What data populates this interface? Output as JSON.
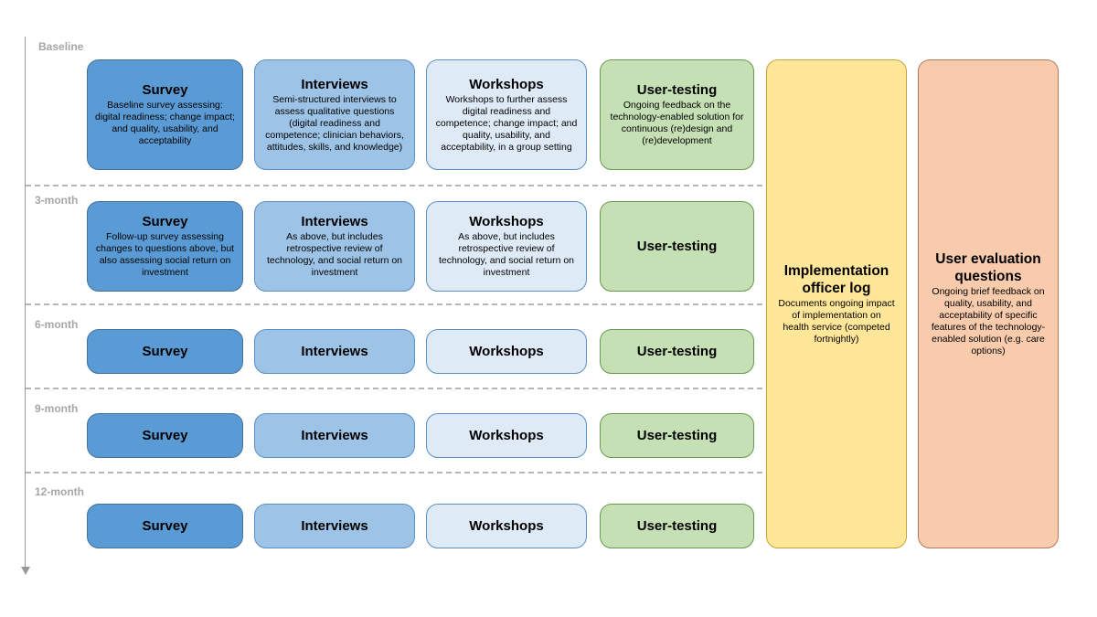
{
  "timepoints": [
    "Baseline",
    "3-month",
    "6-month",
    "9-month",
    "12-month"
  ],
  "rows": [
    {
      "survey": {
        "title": "Survey",
        "desc": "Baseline survey assessing: digital readiness; change impact; and quality, usability, and acceptability"
      },
      "interviews": {
        "title": "Interviews",
        "desc": "Semi-structured interviews to assess qualitative questions (digital readiness and competence; clinician behaviors, attitudes, skills, and knowledge)"
      },
      "workshops": {
        "title": "Workshops",
        "desc": "Workshops to further assess digital readiness and competence; change impact; and quality, usability, and acceptability, in a group setting"
      },
      "usertesting": {
        "title": "User-testing",
        "desc": "Ongoing feedback on the technology-enabled solution for continuous (re)design and (re)development"
      }
    },
    {
      "survey": {
        "title": "Survey",
        "desc": "Follow-up survey assessing changes to questions above, but also assessing social return on investment"
      },
      "interviews": {
        "title": "Interviews",
        "desc": "As above, but includes retrospective review of technology, and social return on investment"
      },
      "workshops": {
        "title": "Workshops",
        "desc": "As above, but includes retrospective review of technology, and social return on investment"
      },
      "usertesting": {
        "title": "User-testing",
        "desc": ""
      }
    },
    {
      "survey": {
        "title": "Survey",
        "desc": ""
      },
      "interviews": {
        "title": "Interviews",
        "desc": ""
      },
      "workshops": {
        "title": "Workshops",
        "desc": ""
      },
      "usertesting": {
        "title": "User-testing",
        "desc": ""
      }
    },
    {
      "survey": {
        "title": "Survey",
        "desc": ""
      },
      "interviews": {
        "title": "Interviews",
        "desc": ""
      },
      "workshops": {
        "title": "Workshops",
        "desc": ""
      },
      "usertesting": {
        "title": "User-testing",
        "desc": ""
      }
    },
    {
      "survey": {
        "title": "Survey",
        "desc": ""
      },
      "interviews": {
        "title": "Interviews",
        "desc": ""
      },
      "workshops": {
        "title": "Workshops",
        "desc": ""
      },
      "usertesting": {
        "title": "User-testing",
        "desc": ""
      }
    }
  ],
  "implementation": {
    "title": "Implementation officer log",
    "desc": "Documents ongoing impact of implementation on health service (competed fortnightly)"
  },
  "user_evaluation": {
    "title": "User evaluation questions",
    "desc": "Ongoing brief feedback on quality, usability, and acceptability of specific features of the technology-enabled solution (e.g. care options)"
  },
  "colors": {
    "survey": "#5b9bd5",
    "interviews": "#9dc3e6",
    "workshops": "#deebf7",
    "usertesting": "#c5e0b4",
    "implementation": "#ffe699",
    "user_evaluation": "#f8cbad"
  }
}
